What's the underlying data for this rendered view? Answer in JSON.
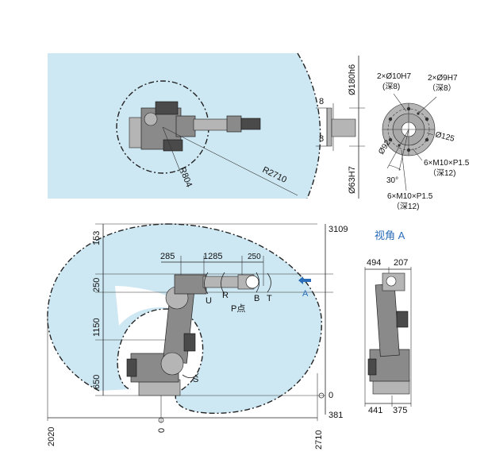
{
  "top_view": {
    "radius_outer": "R2710",
    "radius_inner": "R804"
  },
  "flange": {
    "dia_shaft": "Ø180h6",
    "dia_bore": "Ø63H7",
    "thick_1": "8",
    "thick_2": "8",
    "pin_1": "2×Ø10H7",
    "pin_1_depth": "(深8)",
    "pin_2": "2×Ø9H7",
    "pin_2_depth": "（深8）",
    "pcd_outer": "Ø125",
    "pcd_inner": "Ø92",
    "angle": "30°",
    "tap_1": "6×M10×P1.5",
    "tap_1_depth": "（深12)",
    "tap_2": "6×M10×P1.5",
    "tap_2_depth": "（深12)"
  },
  "side_view": {
    "dim_153": "153",
    "dim_250_v": "250",
    "dim_1150": "1150",
    "dim_650": "650",
    "dim_285": "285",
    "dim_1285": "1285",
    "dim_250_h": "250",
    "axis_u": "U",
    "axis_r": "R",
    "axis_p": "P点",
    "axis_b": "B",
    "axis_t": "T",
    "axis_s": "S",
    "arrow_a": "A",
    "top_height": "3109",
    "zero_right": "0",
    "bottom_depth": "381",
    "bottom_left": "2020",
    "bottom_zero": "0",
    "bottom_right": "2710"
  },
  "view_a": {
    "title": "视角 A",
    "dim_494": "494",
    "dim_207": "207",
    "dim_441": "441",
    "dim_375": "375"
  },
  "colors": {
    "work_zone": "#cde7f3",
    "accent_blue": "#2a6db8"
  }
}
